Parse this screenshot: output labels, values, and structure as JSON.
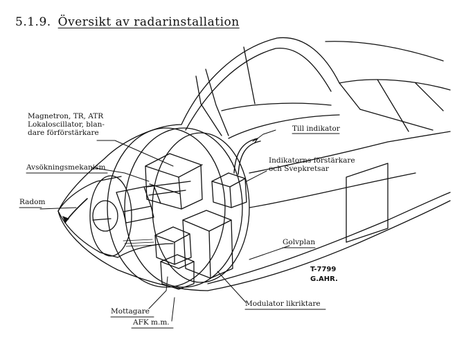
{
  "title": {
    "number": "5.1.9.",
    "text": "Översikt av radarinstallation"
  },
  "labels": {
    "magnetron_line1": "Magnetron, TR, ATR",
    "magnetron_line2": "Lokaloscillator, blan-",
    "magnetron_line3": "dare förförstärkare",
    "avsokning": "Avsökningsmekanism",
    "radom": "Radom",
    "till_indikator": "Till indikator",
    "indikator_line1": "Indikatorns förstärkare",
    "indikator_line2": "och Svepkretsar",
    "golvplan": "Golvplan",
    "mottagare": "Mottagare",
    "afk": "AFK m.m.",
    "modulator": "Modulator likriktare"
  },
  "drawing_stamp": {
    "number": "T-7799",
    "author": "G.AHR."
  }
}
